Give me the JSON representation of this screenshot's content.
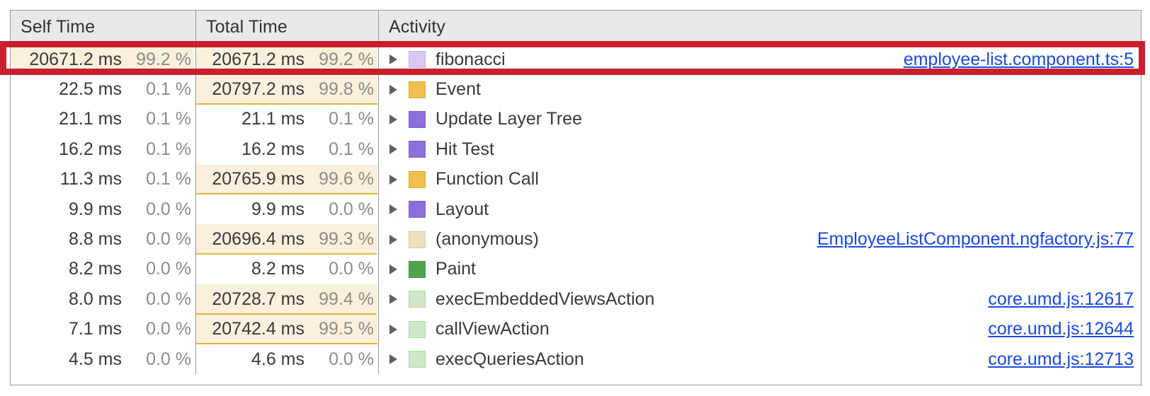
{
  "table": {
    "columns": [
      {
        "key": "self_time",
        "label": "Self Time"
      },
      {
        "key": "total_time",
        "label": "Total Time"
      },
      {
        "key": "activity",
        "label": "Activity"
      }
    ],
    "rows": [
      {
        "self_ms": "20671.2 ms",
        "self_pct": "99.2 %",
        "self_pct_value": 99.2,
        "total_ms": "20671.2 ms",
        "total_pct": "99.2 %",
        "total_pct_value": 99.2,
        "activity": "fibonacci",
        "swatch_color": "#d8c8f2",
        "source": "employee-list.component.ts:5"
      },
      {
        "self_ms": "22.5 ms",
        "self_pct": "0.1 %",
        "self_pct_value": 0.1,
        "total_ms": "20797.2 ms",
        "total_pct": "99.8 %",
        "total_pct_value": 99.8,
        "activity": "Event",
        "swatch_color": "#f0bf4c",
        "source": ""
      },
      {
        "self_ms": "21.1 ms",
        "self_pct": "0.1 %",
        "self_pct_value": 0.1,
        "total_ms": "21.1 ms",
        "total_pct": "0.1 %",
        "total_pct_value": 0.1,
        "activity": "Update Layer Tree",
        "swatch_color": "#8b6fdd",
        "source": ""
      },
      {
        "self_ms": "16.2 ms",
        "self_pct": "0.1 %",
        "self_pct_value": 0.1,
        "total_ms": "16.2 ms",
        "total_pct": "0.1 %",
        "total_pct_value": 0.1,
        "activity": "Hit Test",
        "swatch_color": "#8b6fdd",
        "source": ""
      },
      {
        "self_ms": "11.3 ms",
        "self_pct": "0.1 %",
        "self_pct_value": 0.1,
        "total_ms": "20765.9 ms",
        "total_pct": "99.6 %",
        "total_pct_value": 99.6,
        "activity": "Function Call",
        "swatch_color": "#f0bf4c",
        "source": ""
      },
      {
        "self_ms": "9.9 ms",
        "self_pct": "0.0 %",
        "self_pct_value": 0.0,
        "total_ms": "9.9 ms",
        "total_pct": "0.0 %",
        "total_pct_value": 0.0,
        "activity": "Layout",
        "swatch_color": "#8b6fdd",
        "source": ""
      },
      {
        "self_ms": "8.8 ms",
        "self_pct": "0.0 %",
        "self_pct_value": 0.0,
        "total_ms": "20696.4 ms",
        "total_pct": "99.3 %",
        "total_pct_value": 99.3,
        "activity": "(anonymous)",
        "swatch_color": "#eee0bb",
        "source": "EmployeeListComponent.ngfactory.js:77"
      },
      {
        "self_ms": "8.2 ms",
        "self_pct": "0.0 %",
        "self_pct_value": 0.0,
        "total_ms": "8.2 ms",
        "total_pct": "0.0 %",
        "total_pct_value": 0.0,
        "activity": "Paint",
        "swatch_color": "#51a14f",
        "source": ""
      },
      {
        "self_ms": "8.0 ms",
        "self_pct": "0.0 %",
        "self_pct_value": 0.0,
        "total_ms": "20728.7 ms",
        "total_pct": "99.4 %",
        "total_pct_value": 99.4,
        "activity": "execEmbeddedViewsAction",
        "swatch_color": "#cfe8c4",
        "source": "core.umd.js:12617"
      },
      {
        "self_ms": "7.1 ms",
        "self_pct": "0.0 %",
        "self_pct_value": 0.0,
        "total_ms": "20742.4 ms",
        "total_pct": "99.5 %",
        "total_pct_value": 99.5,
        "activity": "callViewAction",
        "swatch_color": "#cfe8c4",
        "source": "core.umd.js:12644"
      },
      {
        "self_ms": "4.5 ms",
        "self_pct": "0.0 %",
        "self_pct_value": 0.0,
        "total_ms": "4.6 ms",
        "total_pct": "0.0 %",
        "total_pct_value": 0.0,
        "activity": "execQueriesAction",
        "swatch_color": "#cfe8c4",
        "source": "core.umd.js:12713"
      }
    ]
  },
  "annotation": {
    "highlight_color": "#c8202c",
    "highlighted_row_index": 0
  },
  "colors": {
    "link": "#1a4ae0",
    "bar_fill": "#faf0dc",
    "bar_underline": "#e3b63a",
    "header_bg": "#e9e9e9",
    "text": "#3a3a3a",
    "muted_text": "#8d8d86"
  }
}
